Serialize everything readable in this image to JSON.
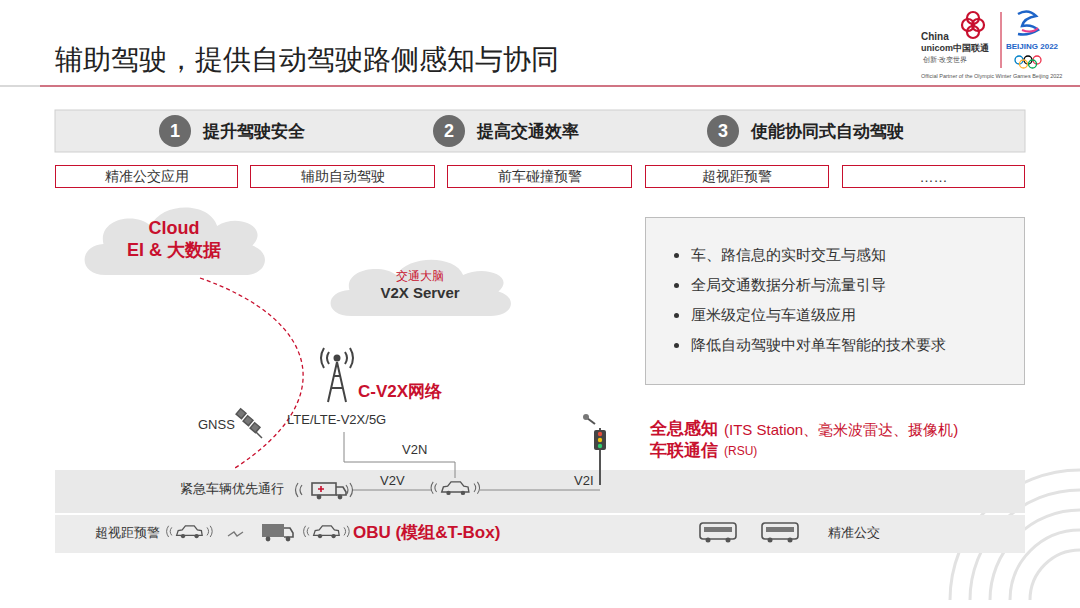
{
  "diagram": {
    "title": "辅助驾驶，提供自动驾驶路侧感知与协同",
    "nodes": [
      {
        "text": [
          "1",
          "提升驾驶安全"
        ]
      },
      {
        "text": [
          "2",
          "提高交通效率"
        ]
      },
      {
        "text": [
          "3",
          "使能协同式自动驾驶"
        ]
      },
      {
        "text": [
          "精准公交应用"
        ]
      },
      {
        "text": [
          "辅助自动驾驶"
        ]
      },
      {
        "text": [
          "前车碰撞预警"
        ]
      },
      {
        "text": [
          "超视距预警"
        ]
      },
      {
        "text": [
          "……"
        ]
      },
      {
        "text": [
          "Cloud",
          "EI & 大数据"
        ]
      },
      {
        "text": [
          "交通大脑",
          "V2X Server"
        ]
      },
      {
        "text": [
          "车、路信息的实时交互与感知",
          "全局交通数据分析与流量引导",
          "厘米级定位与车道级应用",
          "降低自动驾驶中对单车智能的技术要求"
        ]
      }
    ],
    "labels": [
      "China",
      "unicom中国联通",
      "创新·改变世界",
      "BEIJING 2022",
      "Official Partner of the Olympic Winter Games Beijing 2022",
      "GNSS",
      "LTE/LTE-V2X/5G",
      "C-V2X网络",
      "V2N",
      "V2V",
      "V2I",
      "全息感知",
      "(ITS Station、毫米波雷达、摄像机)",
      "车联通信",
      "(RSU)",
      "紧急车辆优先通行",
      "超视距预警",
      "OBU (模组&T-Box)",
      "精准公交"
    ]
  }
}
